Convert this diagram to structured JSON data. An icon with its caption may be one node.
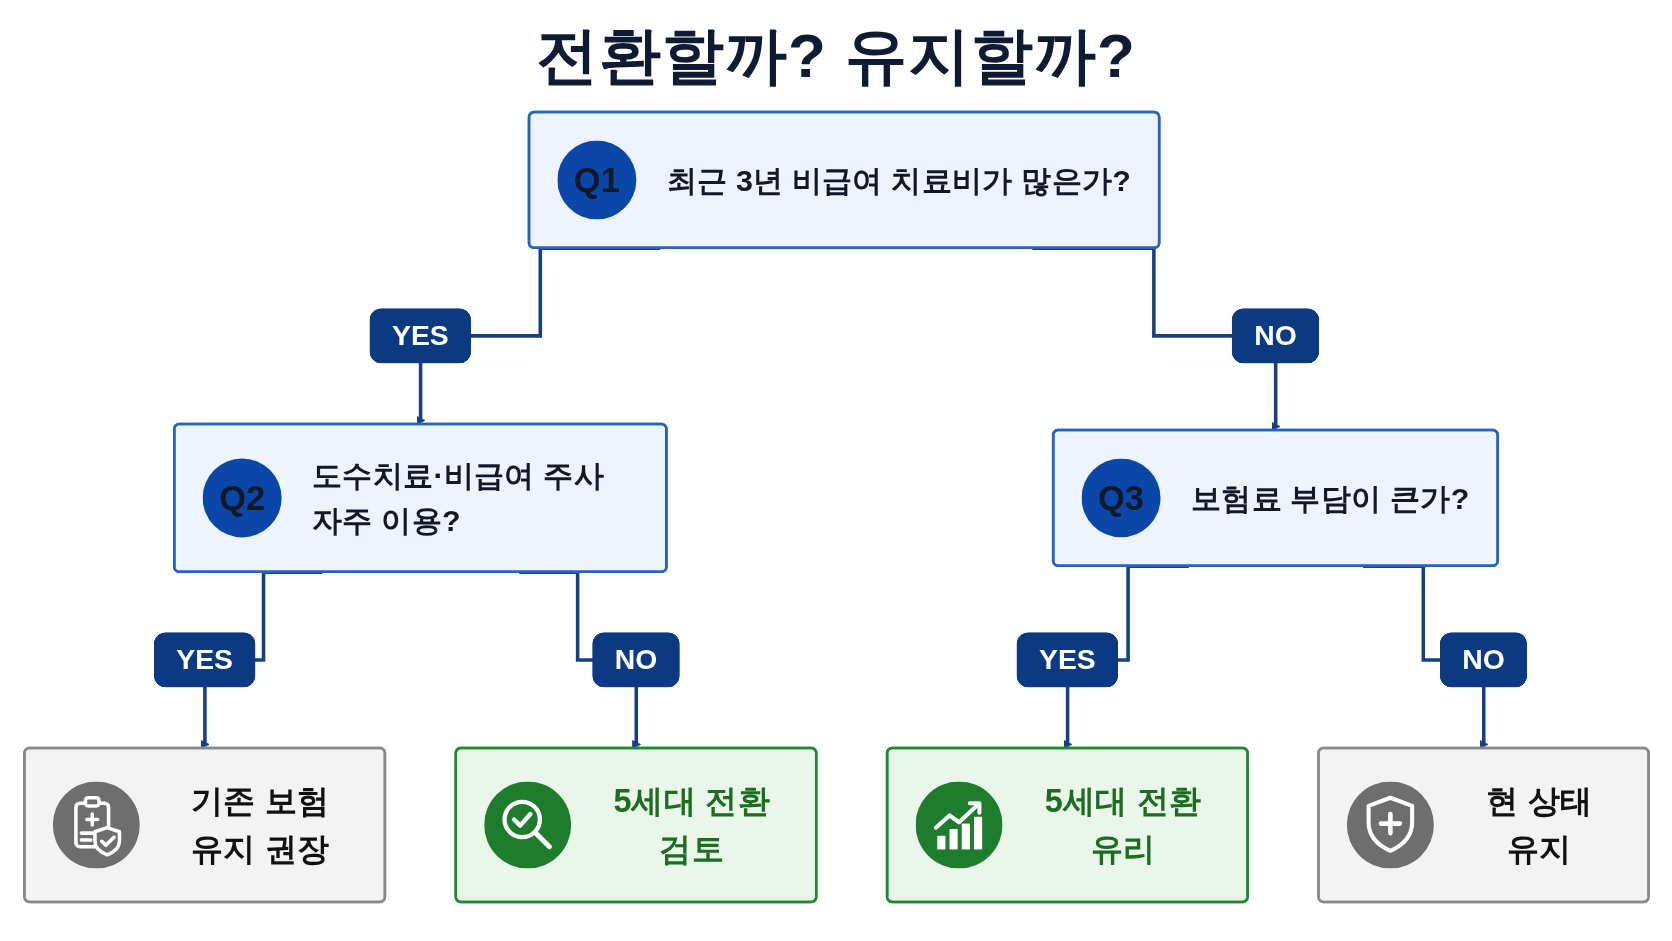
{
  "diagram": {
    "title": "전환할까? 유지할까?",
    "nodes": [
      {
        "text": [
          "Q1",
          "최근 3년 비급여 치료비가 많은가?"
        ]
      },
      {
        "text": [
          "Q2",
          "도수치료·비급여 주사 자주 이용?"
        ]
      },
      {
        "text": [
          "Q3",
          "보험료 부담이 큰가?"
        ]
      },
      {
        "text": [
          "기존 보험 유지 권장"
        ]
      },
      {
        "text": [
          "5세대 전환 검토"
        ]
      },
      {
        "text": [
          "5세대 전환 유리"
        ]
      },
      {
        "text": [
          "현 상태 유지"
        ]
      }
    ],
    "edges": [
      {
        "from": 0,
        "to": 1,
        "arrow": "to",
        "label": "YES"
      },
      {
        "from": 0,
        "to": 2,
        "arrow": "to",
        "label": "NO"
      },
      {
        "from": 1,
        "to": 3,
        "arrow": "to",
        "label": "YES"
      },
      {
        "from": 1,
        "to": 4,
        "arrow": "to",
        "label": "NO"
      },
      {
        "from": 2,
        "to": 5,
        "arrow": "to",
        "label": "YES"
      },
      {
        "from": 2,
        "to": 6,
        "arrow": "to",
        "label": "NO"
      }
    ]
  }
}
